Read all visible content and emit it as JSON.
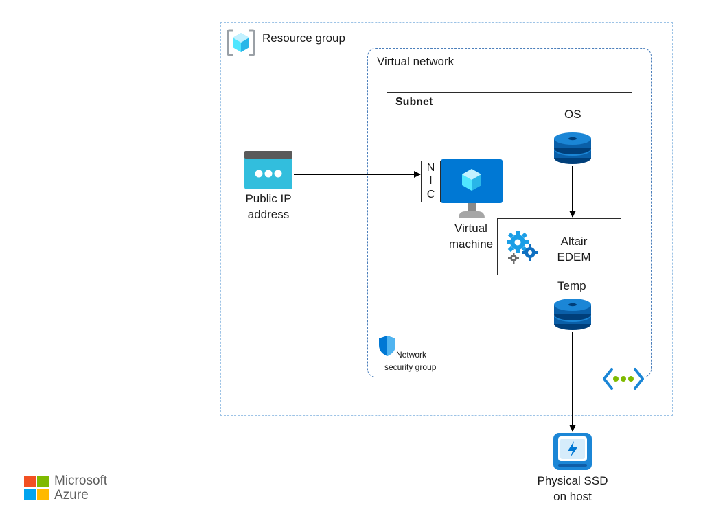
{
  "diagram": {
    "resource_group_label": "Resource group",
    "virtual_network_label": "Virtual network",
    "subnet_label": "Subnet",
    "public_ip_label_line1": "Public IP",
    "public_ip_label_line2": "address",
    "nic_letters": [
      "N",
      "I",
      "C"
    ],
    "vm_label_line1": "Virtual",
    "vm_label_line2": "machine",
    "os_label": "OS",
    "edem_label_line1": "Altair",
    "edem_label_line2": "EDEM",
    "temp_label": "Temp",
    "nsg_label_line1": "Network",
    "nsg_label_line2": "security group",
    "ssd_label_line1": "Physical SSD",
    "ssd_label_line2": "on host"
  },
  "branding": {
    "logo_line1": "Microsoft",
    "logo_line2": "Azure",
    "logo_colors": [
      "#f25022",
      "#7fba00",
      "#00a4ef",
      "#ffb900"
    ]
  },
  "colors": {
    "azure_blue": "#0078d4",
    "light_blue": "#50e6ff",
    "dashed_outer": "#9dc3e6",
    "dashed_inner": "#4a7ebb",
    "connector": "#000000"
  }
}
